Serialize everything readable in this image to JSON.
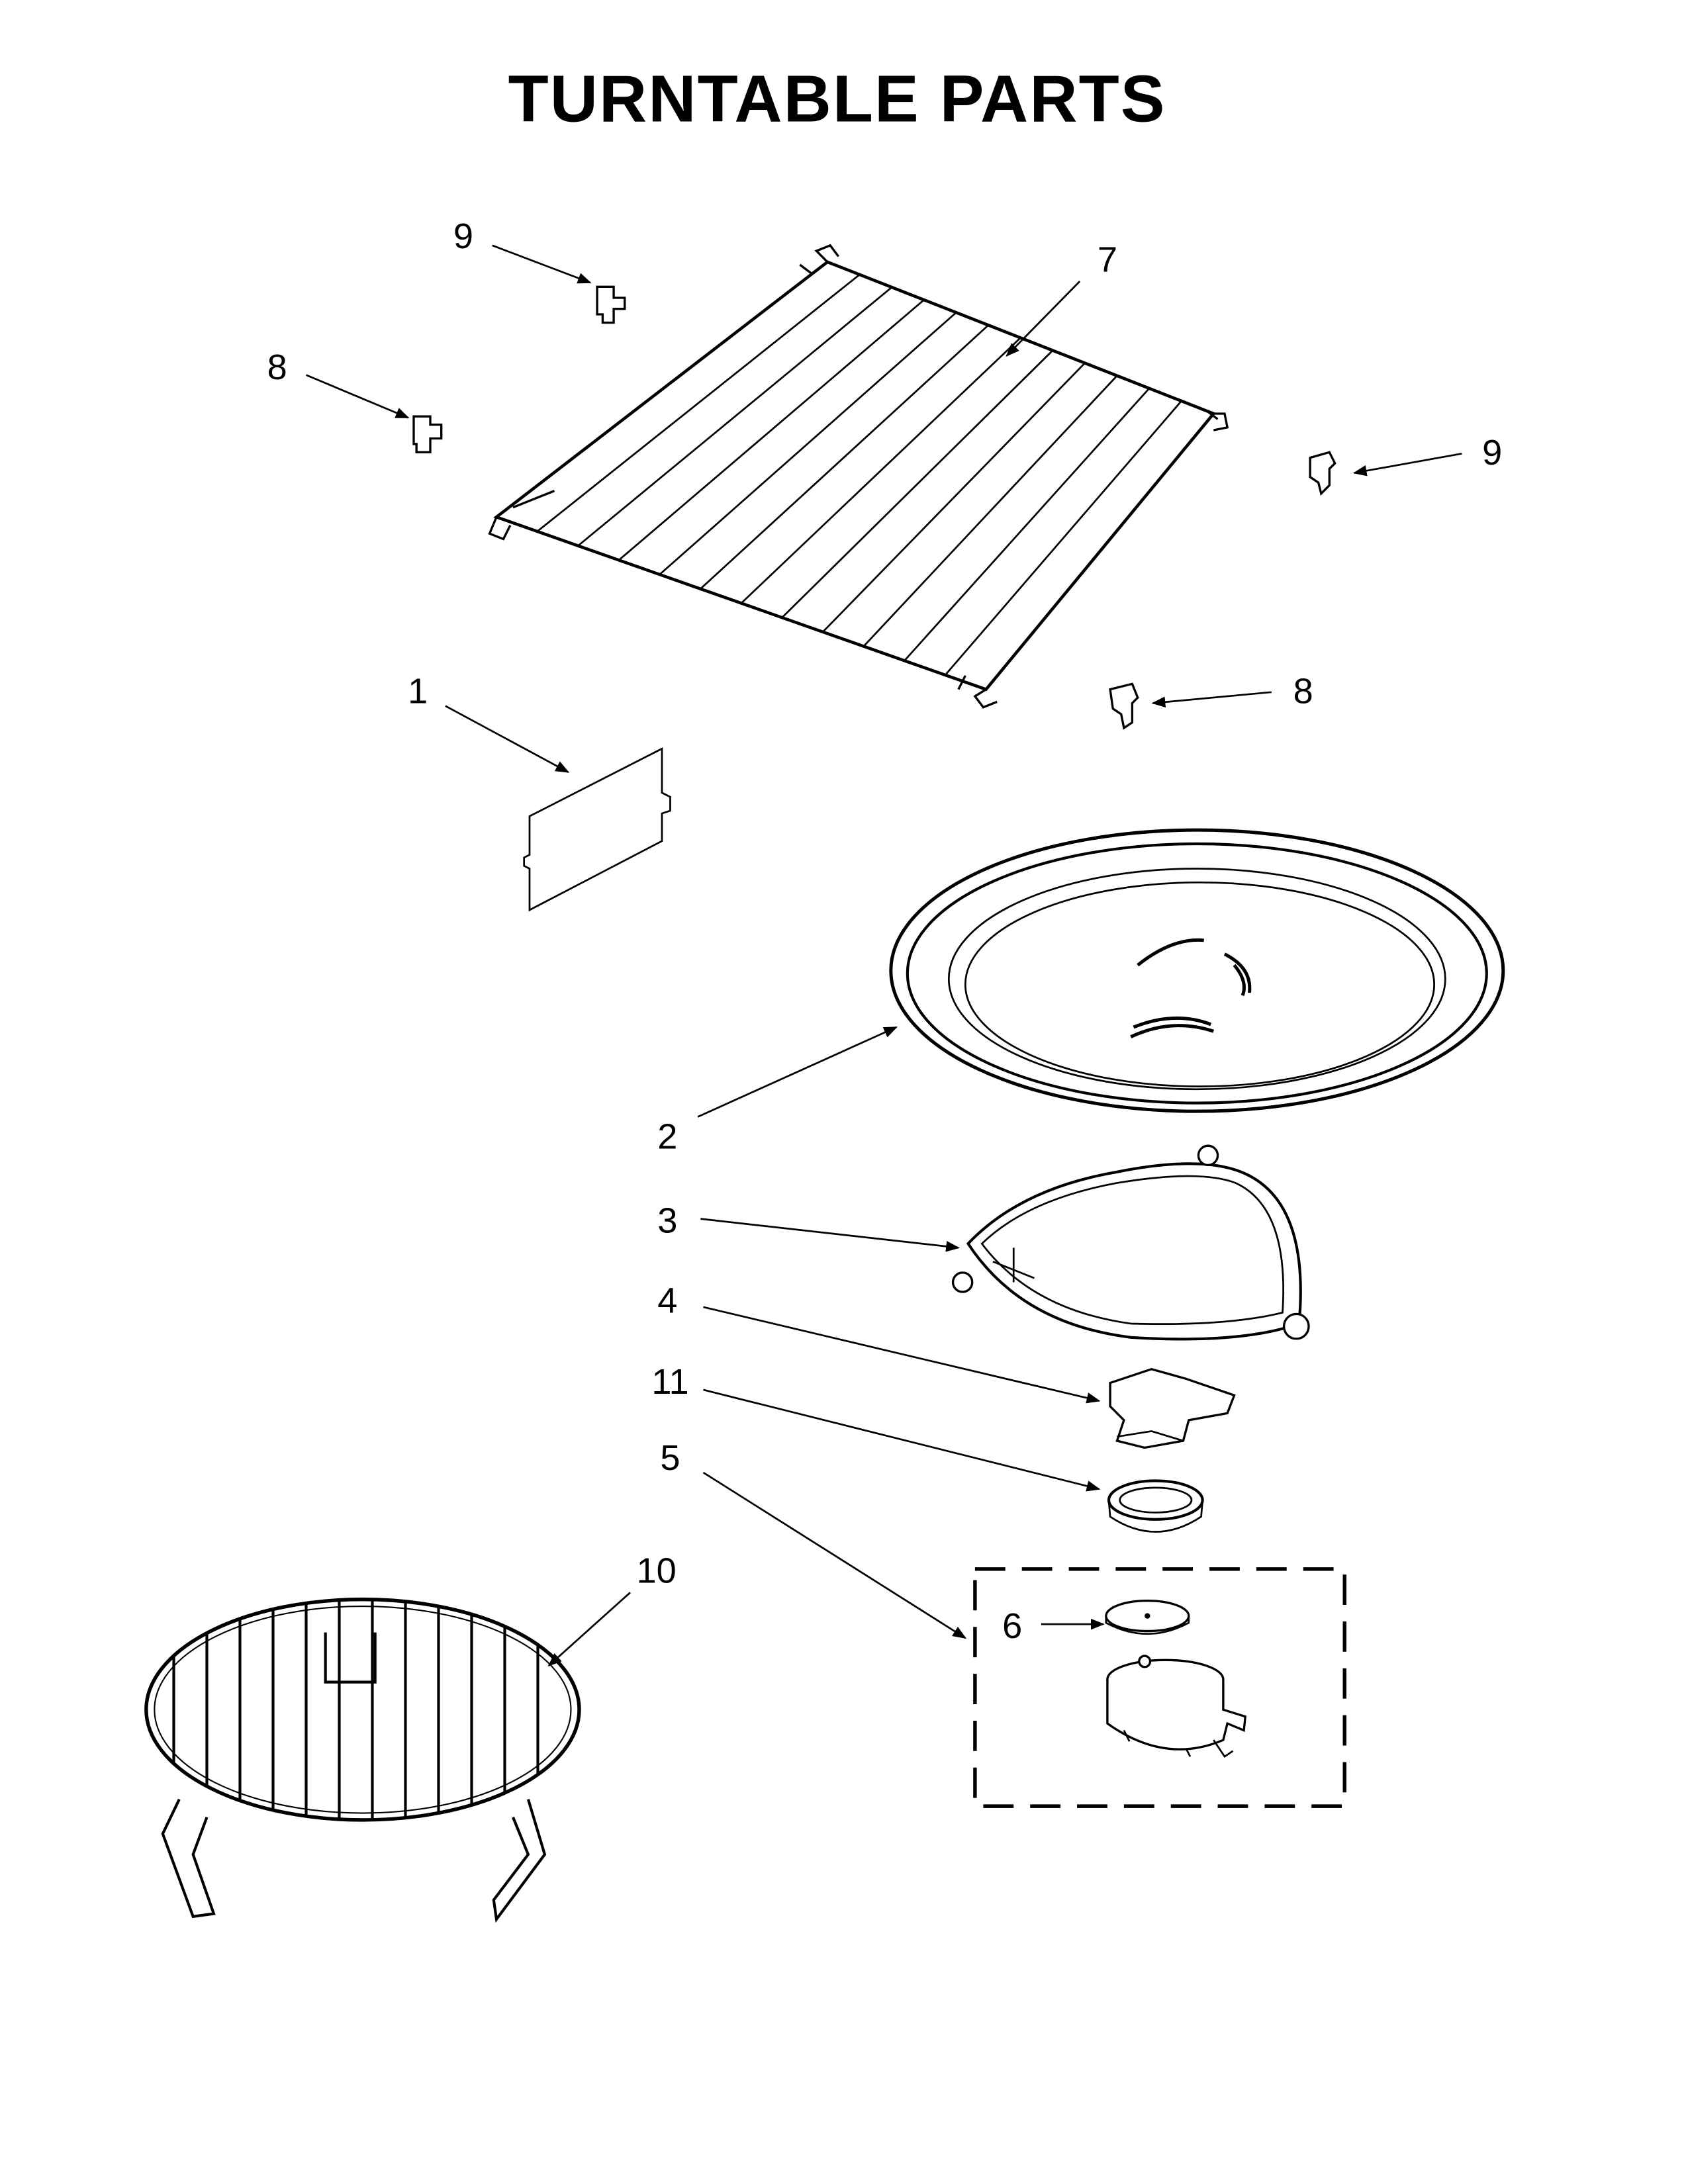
{
  "title": "TURNTABLE PARTS",
  "callouts": {
    "p1": "1",
    "p2": "2",
    "p3": "3",
    "p4": "4",
    "p5": "5",
    "p6": "6",
    "p7": "7",
    "p8a": "8",
    "p8b": "8",
    "p9a": "9",
    "p9b": "9",
    "p10": "10",
    "p11": "11"
  },
  "colors": {
    "ink": "#000000",
    "paper": "#ffffff"
  }
}
